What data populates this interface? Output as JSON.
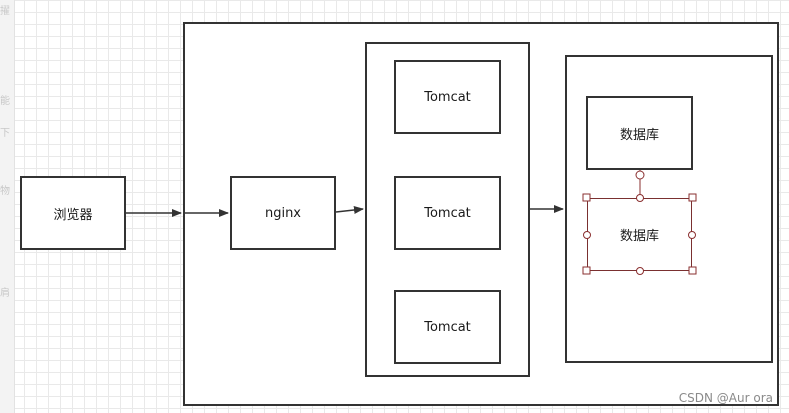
{
  "diagram": {
    "browser_label": "浏览器",
    "nginx_label": "nginx",
    "tomcat_1_label": "Tomcat",
    "tomcat_2_label": "Tomcat",
    "tomcat_3_label": "Tomcat",
    "database_1_label": "数据库",
    "database_2_label": "数据库"
  },
  "watermark": "CSDN @Aur ora",
  "colors": {
    "stroke": "#333333",
    "selection": "#8a2f2f",
    "grid": "#e9e9e9"
  }
}
